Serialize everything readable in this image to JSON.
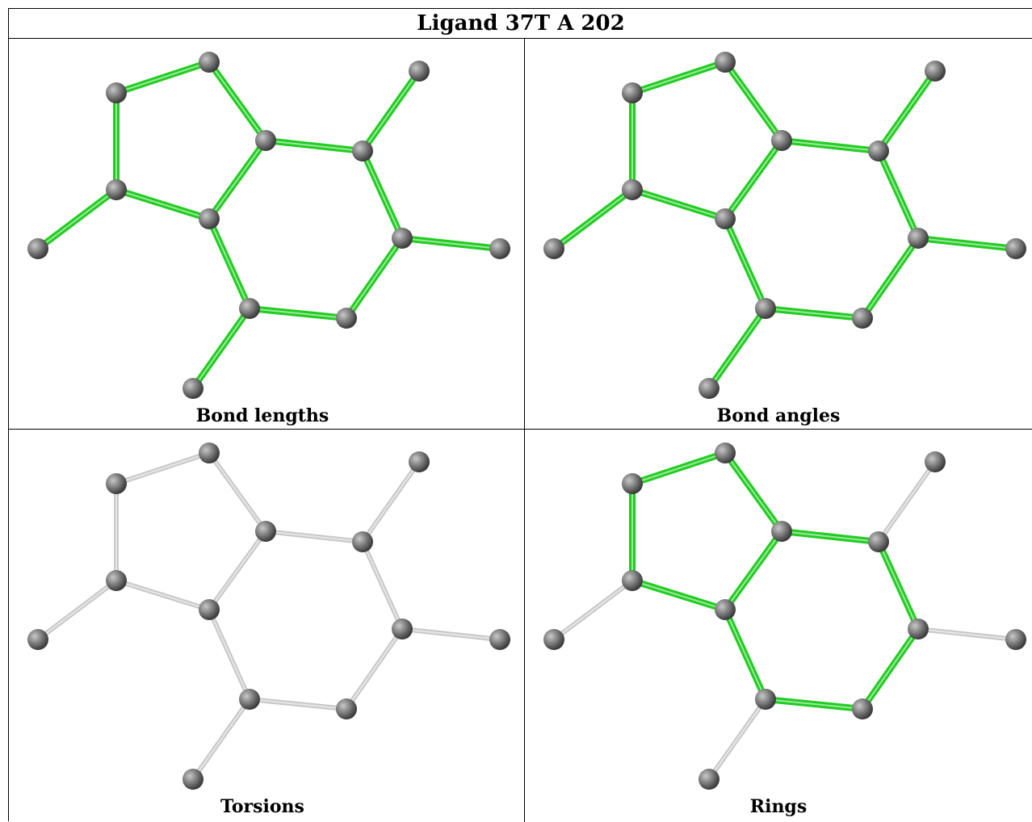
{
  "title": "Ligand 37T A 202",
  "colors": {
    "highlight_bond": "#22cc22",
    "plain_bond": "#c8c8c8",
    "atom": "#7a7a7a"
  },
  "panels": [
    {
      "caption": "Bond lengths",
      "highlight": "all"
    },
    {
      "caption": "Bond angles",
      "highlight": "all"
    },
    {
      "caption": "Torsions",
      "highlight": "none"
    },
    {
      "caption": "Rings",
      "highlight": "rings"
    }
  ]
}
